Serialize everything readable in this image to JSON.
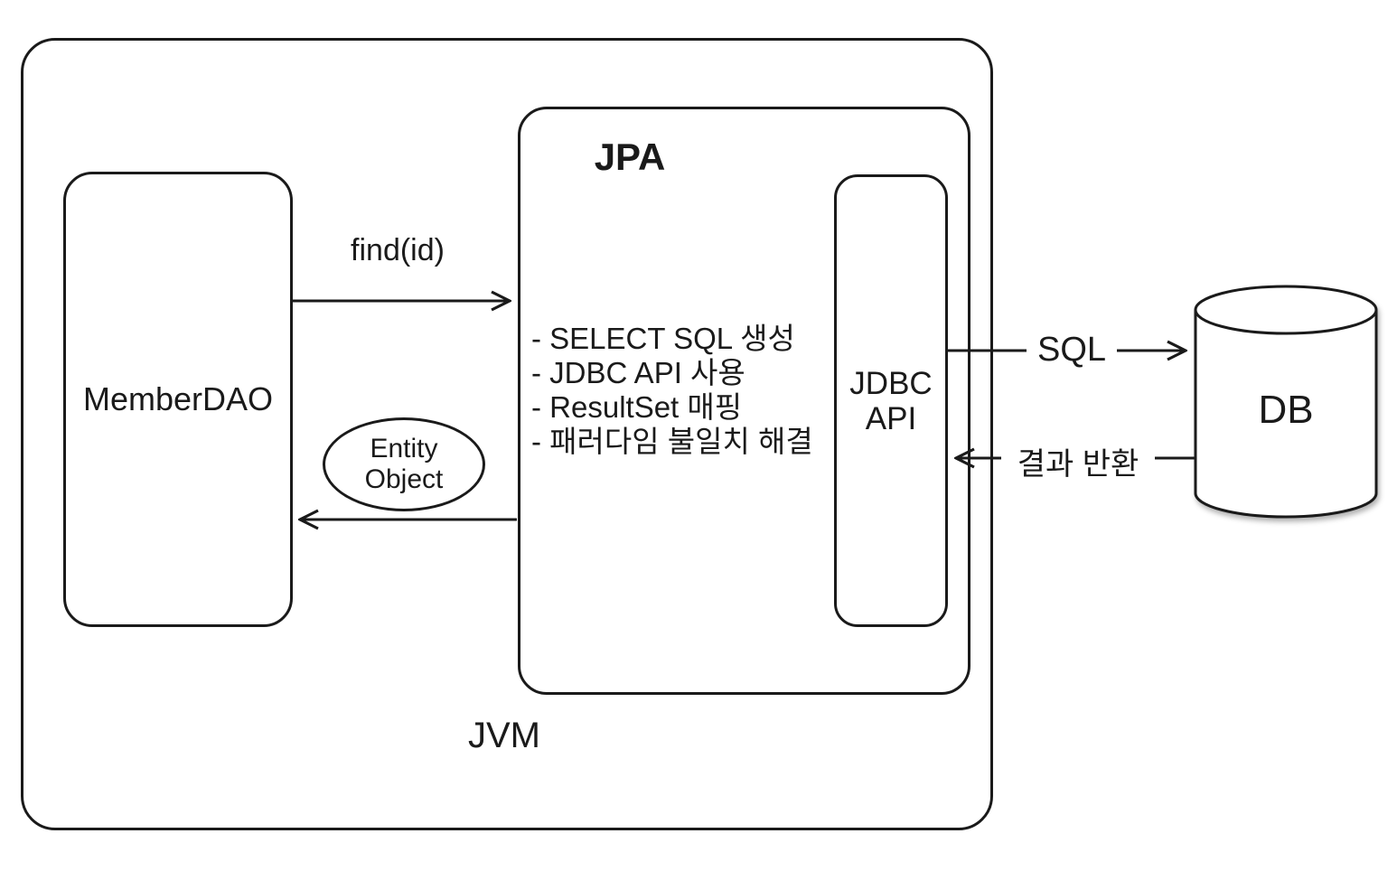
{
  "jvm": {
    "label": "JVM"
  },
  "member_dao": {
    "label": "MemberDAO"
  },
  "jpa": {
    "title": "JPA",
    "bullets": [
      "- SELECT SQL 생성",
      "- JDBC API 사용",
      "- ResultSet 매핑",
      "- 패러다임 불일치 해결"
    ],
    "jdbc_api": {
      "lines": [
        "JDBC",
        "API"
      ]
    }
  },
  "entity_object": {
    "lines": [
      "Entity",
      "Object"
    ]
  },
  "db": {
    "label": "DB"
  },
  "arrows": {
    "find": {
      "label": "find(id)",
      "from": "MemberDAO",
      "to": "JPA"
    },
    "entity_return": {
      "from": "JPA",
      "to": "MemberDAO"
    },
    "sql": {
      "label": "SQL",
      "from": "JDBC API",
      "to": "DB"
    },
    "result": {
      "label": "결과 반환",
      "from": "DB",
      "to": "JDBC API"
    }
  },
  "colors": {
    "stroke": "#1a1a1a",
    "text": "#1a1a1a",
    "background": "#ffffff"
  }
}
